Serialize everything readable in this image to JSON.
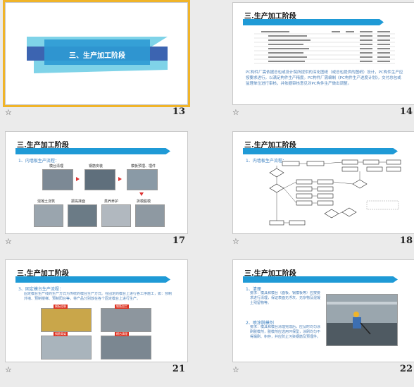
{
  "slides": [
    {
      "number": "13",
      "title": "三、生产加工阶段"
    },
    {
      "number": "14",
      "title": "三.生产加工阶段",
      "subtitle": "",
      "table_header": [
        "",
        "",
        "",
        "",
        ""
      ],
      "paragraph": "PC构件厂需依据总包或设计院所提供的深化图纸（或总包提供的图纸）设计，PC构件生产应按要求进行，以满足构件生产精度。PC构件厂需编制《PC构件生产进度计划》，交付总包或监理单位进行审核，并依据审核意见对PC构件生产做出调整。"
    },
    {
      "number": "17",
      "title": "三.生产加工阶段",
      "subtitle": "1、内墙板生产流程：",
      "captions": [
        "模台清理",
        "钢筋安装",
        "模板预埋、埋件",
        "混凝土浇筑",
        "振捣抹面",
        "蒸养养护",
        "拆模脱模"
      ]
    },
    {
      "number": "18",
      "title": "三.生产加工阶段",
      "subtitle": "1、内墙板生产流程："
    },
    {
      "number": "21",
      "title": "三.生产加工阶段",
      "subtitle": "3、固定模台生产流程：",
      "paragraph": "固定模台生产线的生产方式为传统的模台生产方式。在固定的模台上进行各工序施工，如：预制外墙、预制楼梯、预制阳台等，将产品分别放在各个固定模台上进行生产。",
      "tags": [
        "模板组装",
        "钢筋加工",
        "钢筋骨架",
        "模台清理"
      ]
    },
    {
      "number": "22",
      "title": "三.生产加工阶段",
      "subtitle": "",
      "point1_title": "1、清理",
      "point1_body": "要求：模具和模台（面板、钢模板等）应按要求进行清理，保证表面无浮灰、无杂物及混凝土残留物等。",
      "point2_title": "2、喷涂脱模剂",
      "point2_body": "要求：模具和模台清理完成后，应及时均匀涂刷脱模剂，脱模剂应选用环保型，涂刷均匀不得漏刷、积存，并应防止污染钢筋及预埋件。"
    }
  ],
  "colors": {
    "accent": "#1f9ad6",
    "background": "#ebebeb",
    "highlight": "#f0b429"
  },
  "icons": {
    "slide_footer": "star-icon"
  }
}
